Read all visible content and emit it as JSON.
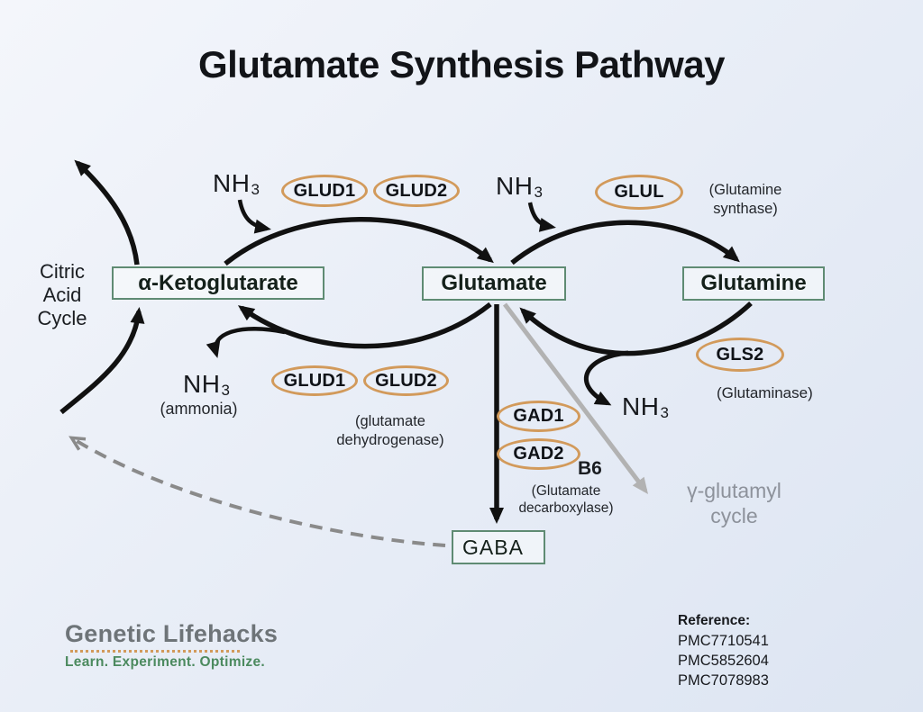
{
  "title": "Glutamate Synthesis Pathway",
  "nodes": {
    "alpha_ketoglutarate": "α-Ketoglutarate",
    "glutamate": "Glutamate",
    "glutamine": "Glutamine",
    "gaba": "GABA"
  },
  "molecules": {
    "nh3_base": "NH",
    "nh3_sub": "3",
    "ammonia_note": "(ammonia)"
  },
  "enzymes": {
    "glud1": "GLUD1",
    "glud2": "GLUD2",
    "glul": "GLUL",
    "gls2": "GLS2",
    "gad1": "GAD1",
    "gad2": "GAD2"
  },
  "enzyme_notes": {
    "glutamine_synthase_1": "(Glutamine",
    "glutamine_synthase_2": "synthase)",
    "glutamate_dehydrogenase_1": "(glutamate",
    "glutamate_dehydrogenase_2": "dehydrogenase)",
    "glutaminase": "(Glutaminase)",
    "b6_cofactor": "B6",
    "glutamate_decarboxylase_1": "(Glutamate",
    "glutamate_decarboxylase_2": "decarboxylase)"
  },
  "side_labels": {
    "citric_1": "Citric",
    "citric_2": "Acid",
    "citric_3": "Cycle",
    "gamma_glutamyl_1": "γ-glutamyl",
    "gamma_glutamyl_2": "cycle"
  },
  "footer": {
    "logo_title": "Genetic Lifehacks",
    "logo_tagline": "Learn. Experiment. Optimize.",
    "reference_heading": "Reference:",
    "references": [
      "PMC7710541",
      "PMC5852604",
      "PMC7078983"
    ]
  },
  "colors": {
    "node_border": "#5f8b73",
    "enzyme_border": "#d29a5b",
    "arrow_black": "#111111",
    "arrow_gray": "#b2b2b2",
    "arrow_dashed_gray": "#8a8a8a",
    "gray_text": "#8d929b",
    "logo_gray": "#6e7478",
    "logo_green": "#4c8a5f"
  }
}
